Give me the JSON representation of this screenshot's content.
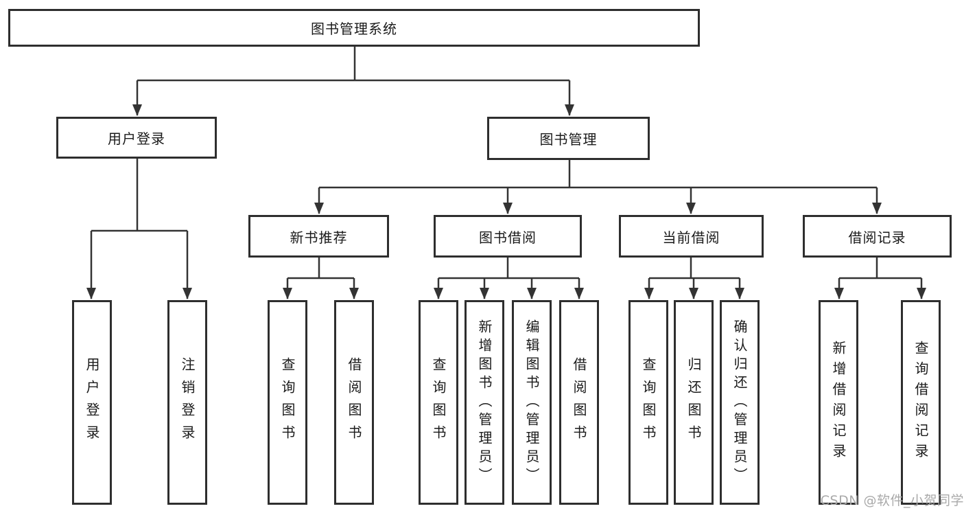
{
  "diagram": {
    "title": "图书管理系统",
    "root": {
      "label": "图书管理系统"
    },
    "level2": [
      {
        "id": "user-login-branch",
        "label": "用户登录"
      },
      {
        "id": "book-management",
        "label": "图书管理"
      }
    ],
    "level3": [
      {
        "id": "new-book-recommend",
        "label": "新书推荐"
      },
      {
        "id": "book-borrow",
        "label": "图书借阅"
      },
      {
        "id": "current-borrow",
        "label": "当前借阅"
      },
      {
        "id": "borrow-records",
        "label": "借阅记录"
      }
    ],
    "leaves": {
      "user_login": [
        {
          "label": "用户登录"
        },
        {
          "label": "注销登录"
        }
      ],
      "new_book": [
        {
          "label": "查询图书"
        },
        {
          "label": "借阅图书"
        }
      ],
      "borrow": [
        {
          "label": "查询图书"
        },
        {
          "label": "新增图书（管理员）"
        },
        {
          "label": "编辑图书（管理员）"
        },
        {
          "label": "借阅图书"
        }
      ],
      "current": [
        {
          "label": "查询图书"
        },
        {
          "label": "归还图书"
        },
        {
          "label": "确认归还（管理员）"
        }
      ],
      "records": [
        {
          "label": "新增借阅记录"
        },
        {
          "label": "查询借阅记录"
        }
      ]
    }
  },
  "watermark": "CSDN @软件_小贺同学",
  "colors": {
    "line": "#333333",
    "box_border": "#2e2e2e",
    "background": "#ffffff",
    "text": "#1a1a1a",
    "watermark": "#a9a9a9"
  }
}
